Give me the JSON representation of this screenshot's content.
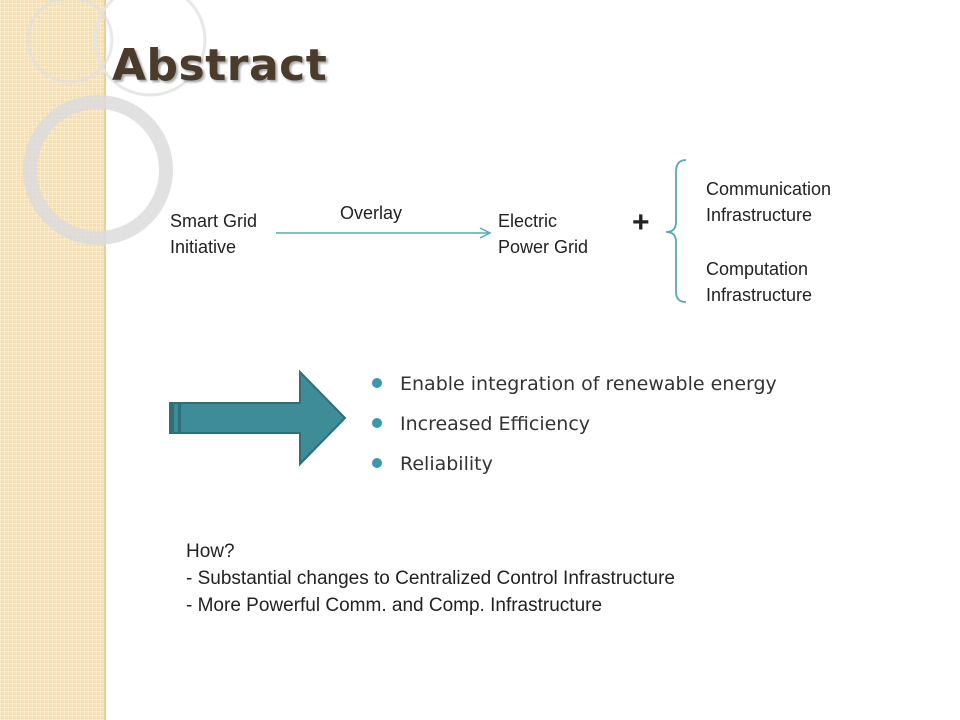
{
  "slide": {
    "title": "Abstract"
  },
  "diagram": {
    "source": [
      "Smart Grid",
      "Initiative"
    ],
    "edge_label": "Overlay",
    "target": [
      "Electric",
      "Power Grid"
    ],
    "operator": "+",
    "branch_top": [
      "Communication",
      "Infrastructure"
    ],
    "branch_bottom": [
      "Computation",
      "Infrastructure"
    ]
  },
  "benefits": {
    "items": [
      "Enable integration of renewable energy",
      "Increased Efficiency",
      "Reliability"
    ]
  },
  "how": {
    "lines": [
      "How?",
      "- Substantial changes to Centralized Control Infrastructure",
      "- More Powerful Comm. and Comp. Infrastructure"
    ]
  },
  "colors": {
    "arrow_fill": "#3f8c99",
    "bullet": "#3a9aa8",
    "sidebar": "#f5dfb0",
    "connector": "#5aa7b6"
  }
}
